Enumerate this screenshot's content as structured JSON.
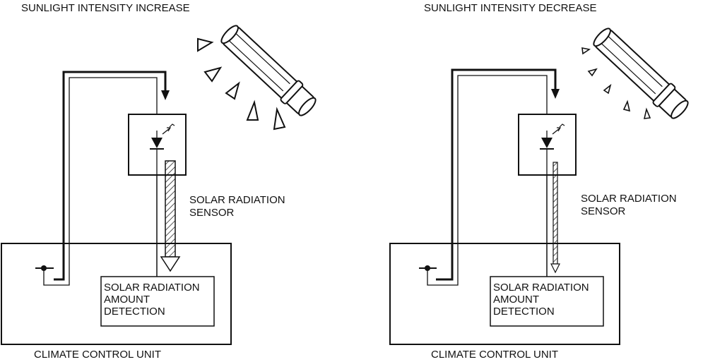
{
  "panels": [
    {
      "id": "increase",
      "title": "SUNLIGHT INTENSITY INCREASE",
      "sensor_label": [
        "SOLAR RADIATION",
        "SENSOR"
      ],
      "detection_label": [
        "SOLAR RADIATION",
        "AMOUNT",
        "DETECTION"
      ],
      "unit_label": "CLIMATE CONTROL UNIT"
    },
    {
      "id": "decrease",
      "title": "SUNLIGHT INTENSITY DECREASE",
      "sensor_label": [
        "SOLAR RADIATION",
        "SENSOR"
      ],
      "detection_label": [
        "SOLAR RADIATION",
        "AMOUNT",
        "DETECTION"
      ],
      "unit_label": "CLIMATE CONTROL UNIT"
    }
  ],
  "colors": {
    "line": "#111111",
    "background": "#ffffff"
  }
}
